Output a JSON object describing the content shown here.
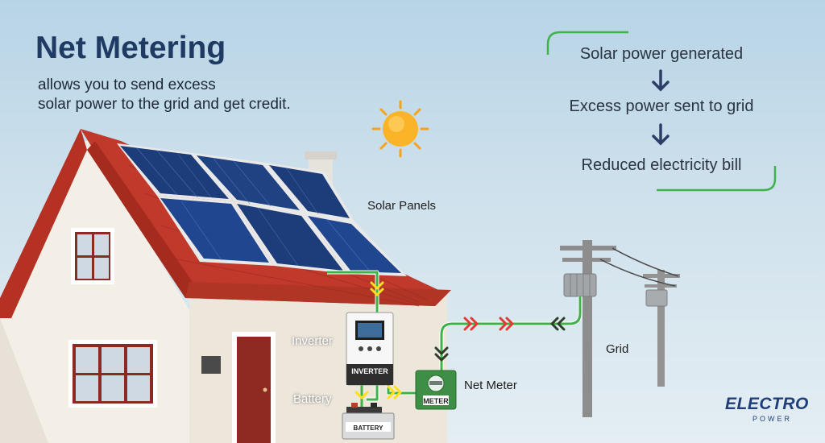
{
  "header": {
    "title": "Net Metering",
    "subtitle_line1": "allows you to send excess",
    "subtitle_line2": "solar power to the  grid and get credit."
  },
  "flow": {
    "steps": [
      "Solar power generated",
      "Excess power sent to grid",
      "Reduced electricity bill"
    ]
  },
  "labels": {
    "solar_panels": "Solar Panels",
    "inverter": "Inverter",
    "battery": "Battery",
    "net_meter": "Net Meter",
    "grid": "Grid"
  },
  "devices": {
    "inverter_text": "INVERTER",
    "meter_text": "METER",
    "battery_text": "BATTERY"
  },
  "logo": {
    "name": "ELECTRO",
    "sub": "POWER"
  },
  "colors": {
    "title": "#1f3b63",
    "wire": "#3fb24a",
    "arrow_red": "#e53935",
    "arrow_yellow": "#ffe01a",
    "arrow_dark": "#2f3d2a",
    "roof": "#c0392b",
    "panel": "#1c3d7a",
    "sun": "#f7a21b",
    "flow_arrow": "#2d3e66"
  }
}
